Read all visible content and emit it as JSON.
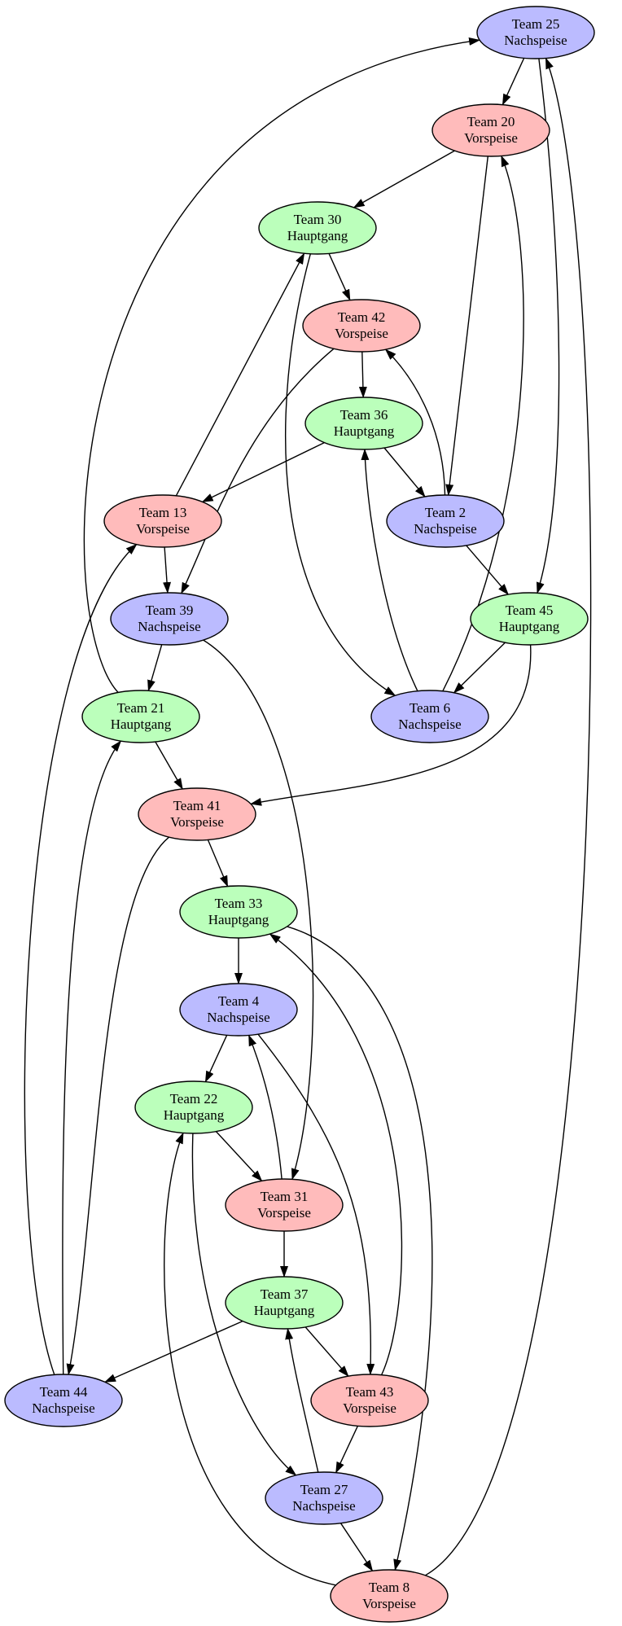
{
  "colors": {
    "Vorspeise": "#ffbbbb",
    "Hauptgang": "#bbffbb",
    "Nachspeise": "#bbbbff",
    "edge": "#000000"
  },
  "nodes": [
    {
      "id": "t25",
      "team": "Team 25",
      "course": "Nachspeise"
    },
    {
      "id": "t20",
      "team": "Team 20",
      "course": "Vorspeise"
    },
    {
      "id": "t30",
      "team": "Team 30",
      "course": "Hauptgang"
    },
    {
      "id": "t42",
      "team": "Team 42",
      "course": "Vorspeise"
    },
    {
      "id": "t36",
      "team": "Team 36",
      "course": "Hauptgang"
    },
    {
      "id": "t13",
      "team": "Team 13",
      "course": "Vorspeise"
    },
    {
      "id": "t2",
      "team": "Team 2",
      "course": "Nachspeise"
    },
    {
      "id": "t39",
      "team": "Team 39",
      "course": "Nachspeise"
    },
    {
      "id": "t45",
      "team": "Team 45",
      "course": "Hauptgang"
    },
    {
      "id": "t21",
      "team": "Team 21",
      "course": "Hauptgang"
    },
    {
      "id": "t6",
      "team": "Team 6",
      "course": "Nachspeise"
    },
    {
      "id": "t41",
      "team": "Team 41",
      "course": "Vorspeise"
    },
    {
      "id": "t33",
      "team": "Team 33",
      "course": "Hauptgang"
    },
    {
      "id": "t4",
      "team": "Team 4",
      "course": "Nachspeise"
    },
    {
      "id": "t22",
      "team": "Team 22",
      "course": "Hauptgang"
    },
    {
      "id": "t31",
      "team": "Team 31",
      "course": "Vorspeise"
    },
    {
      "id": "t37",
      "team": "Team 37",
      "course": "Hauptgang"
    },
    {
      "id": "t44",
      "team": "Team 44",
      "course": "Nachspeise"
    },
    {
      "id": "t43",
      "team": "Team 43",
      "course": "Vorspeise"
    },
    {
      "id": "t27",
      "team": "Team 27",
      "course": "Nachspeise"
    },
    {
      "id": "t8",
      "team": "Team 8",
      "course": "Vorspeise"
    }
  ],
  "edges": [
    {
      "from": "t25",
      "to": "t20"
    },
    {
      "from": "t25",
      "to": "t45"
    },
    {
      "from": "t20",
      "to": "t30"
    },
    {
      "from": "t20",
      "to": "t2"
    },
    {
      "from": "t30",
      "to": "t42"
    },
    {
      "from": "t30",
      "to": "t6"
    },
    {
      "from": "t42",
      "to": "t36"
    },
    {
      "from": "t42",
      "to": "t39"
    },
    {
      "from": "t36",
      "to": "t2"
    },
    {
      "from": "t36",
      "to": "t13"
    },
    {
      "from": "t2",
      "to": "t42"
    },
    {
      "from": "t2",
      "to": "t45"
    },
    {
      "from": "t13",
      "to": "t30"
    },
    {
      "from": "t13",
      "to": "t39"
    },
    {
      "from": "t39",
      "to": "t21"
    },
    {
      "from": "t39",
      "to": "t31"
    },
    {
      "from": "t45",
      "to": "t6"
    },
    {
      "from": "t45",
      "to": "t41"
    },
    {
      "from": "t6",
      "to": "t36"
    },
    {
      "from": "t6",
      "to": "t20"
    },
    {
      "from": "t21",
      "to": "t25"
    },
    {
      "from": "t21",
      "to": "t41"
    },
    {
      "from": "t41",
      "to": "t33"
    },
    {
      "from": "t41",
      "to": "t44"
    },
    {
      "from": "t33",
      "to": "t4"
    },
    {
      "from": "t33",
      "to": "t8"
    },
    {
      "from": "t4",
      "to": "t22"
    },
    {
      "from": "t4",
      "to": "t43"
    },
    {
      "from": "t22",
      "to": "t31"
    },
    {
      "from": "t22",
      "to": "t27"
    },
    {
      "from": "t31",
      "to": "t4"
    },
    {
      "from": "t31",
      "to": "t37"
    },
    {
      "from": "t37",
      "to": "t44"
    },
    {
      "from": "t37",
      "to": "t43"
    },
    {
      "from": "t44",
      "to": "t13"
    },
    {
      "from": "t44",
      "to": "t21"
    },
    {
      "from": "t43",
      "to": "t33"
    },
    {
      "from": "t43",
      "to": "t27"
    },
    {
      "from": "t27",
      "to": "t37"
    },
    {
      "from": "t27",
      "to": "t8"
    },
    {
      "from": "t8",
      "to": "t22"
    },
    {
      "from": "t8",
      "to": "t25"
    }
  ]
}
